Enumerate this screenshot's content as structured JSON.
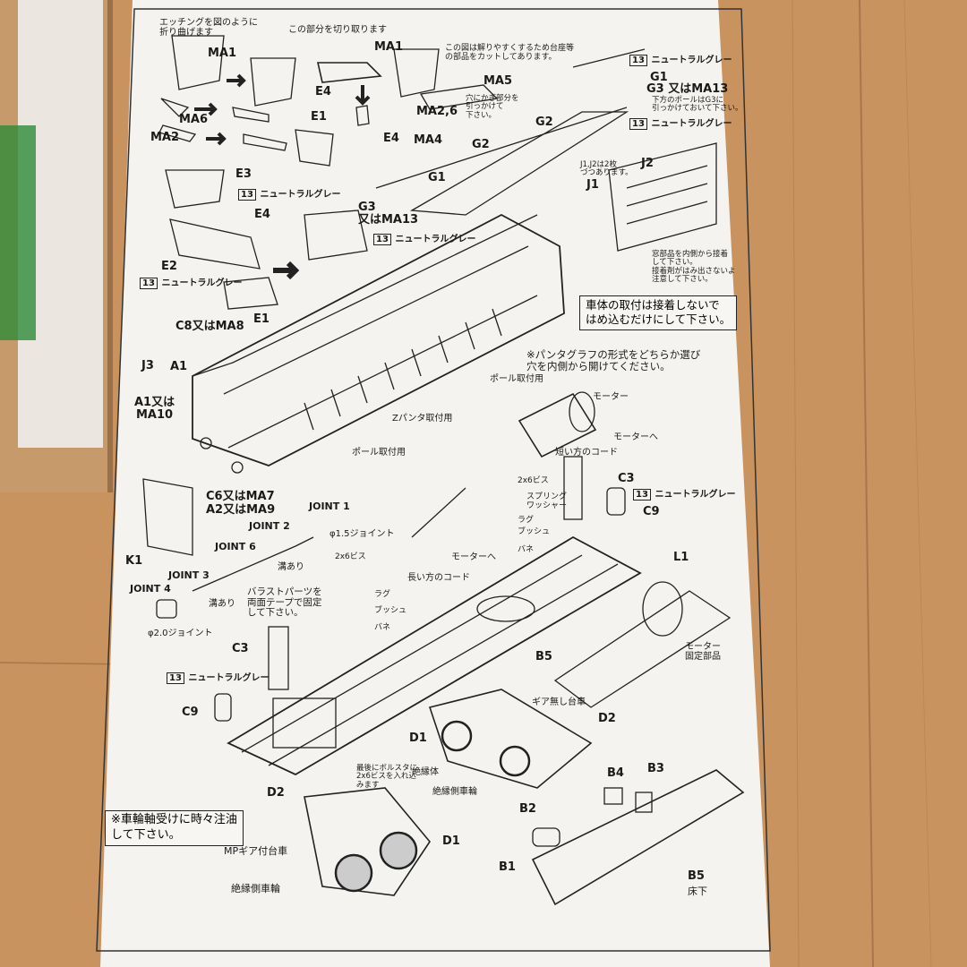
{
  "document": {
    "title": "Tram kit assembly instruction sheet (photo of printed page)",
    "callouts": {
      "etching": "エッチングを図のように\n折り曲げます",
      "cut_here": "この部分を切り取ります",
      "cutaway_note": "この図は解りやすくするため台座等\nの部品をカットしてあります。",
      "hook_note": "穴にかぎ部分を\n引っかけて\n下さい。",
      "neutral_gray": "ニュートラルグレー",
      "pole_g3": "下方のポールはG3に\n引っかけておいて下さい。",
      "j12": "J1,J2は2枚\nづつあります。",
      "window": "窓部品を内側から接着\nして下さい。\n接着剤がはみ出さないよ\n注意して下さい。",
      "body_mount": "車体の取付は接着しないで\nはめ込むだけにして下さい。",
      "panto_choice": "※パンタグラフの形式をどちらか選び\n穴を内側から開けてください。",
      "pole_mount": "ポール取付用",
      "z_panto_mount": "Zパンタ取付用",
      "pole_mount2": "ポール取付用",
      "motor": "モーター",
      "to_motor": "モーターへ",
      "short_cord": "短い方のコード",
      "long_cord": "長い方のコード",
      "to_motor2": "モーターへ",
      "screw": "2x6ビス",
      "screw2": "2x6ビス",
      "spring_washer": "スプリング\nワッシャー",
      "lug": "ラグ",
      "bush": "ブッシュ",
      "spring": "バネ",
      "lug2": "ラグ",
      "bush2": "ブッシュ",
      "spring2": "バネ",
      "ballast": "バラストパーツを\n両面テープで固定\nして下さい。",
      "joint15": "φ1.5ジョイント",
      "joint20": "φ2.0ジョイント",
      "groove": "溝あり",
      "groove2": "溝あり",
      "motor_fix": "モーター\n固定部品",
      "no_gear_truck": "ギア無し台車",
      "insulator": "絶縁体",
      "insulated_wheel": "絶縁側車輪",
      "insulated_wheel2": "絶縁側車輪",
      "mp_gear_truck": "MPギア付台車",
      "bolster": "最後にボルスタに\n2x6ビスを入れ込\nみます",
      "oil_note": "※車輪軸受けに時々注油\nして下さい。",
      "underfloor": "床下"
    },
    "parts": {
      "MA1": "MA1",
      "MA1b": "MA1",
      "MA5": "MA5",
      "MA6": "MA6",
      "MA2": "MA2",
      "MA26": "MA2,6",
      "MA4": "MA4",
      "E4": "E4",
      "E4b": "E4",
      "E4c": "E4",
      "E1": "E1",
      "E1b": "E1",
      "E3": "E3",
      "E2": "E2",
      "G1": "G1",
      "G1b": "G1",
      "G2": "G2",
      "G2b": "G2",
      "G3ma13": "G3 又はMA13",
      "G3ma13b": "G3\n又はMA13",
      "J1": "J1",
      "J2": "J2",
      "J3": "J3",
      "A1": "A1",
      "A1ma10": "A1又は\nMA10",
      "C8ma8": "C8又はMA8",
      "C6ma7": "C6又はMA7",
      "A2ma9": "A2又はMA9",
      "K1": "K1",
      "C3": "C3",
      "C3b": "C3",
      "C9": "C9",
      "C9b": "C9",
      "L1": "L1",
      "B5": "B5",
      "B5b": "B5",
      "D1": "D1",
      "D1b": "D1",
      "D2": "D2",
      "D2b": "D2",
      "B1": "B1",
      "B2": "B2",
      "B3": "B3",
      "B4": "B4",
      "joint1": "JOINT 1",
      "joint2": "JOINT 2",
      "joint3": "JOINT 3",
      "joint4": "JOINT 4",
      "joint6": "JOINT 6"
    },
    "color_badge": "13"
  },
  "colors": {
    "paper": "#f4f3ef",
    "ink": "#1a1a1a",
    "table": "#c9935f"
  }
}
